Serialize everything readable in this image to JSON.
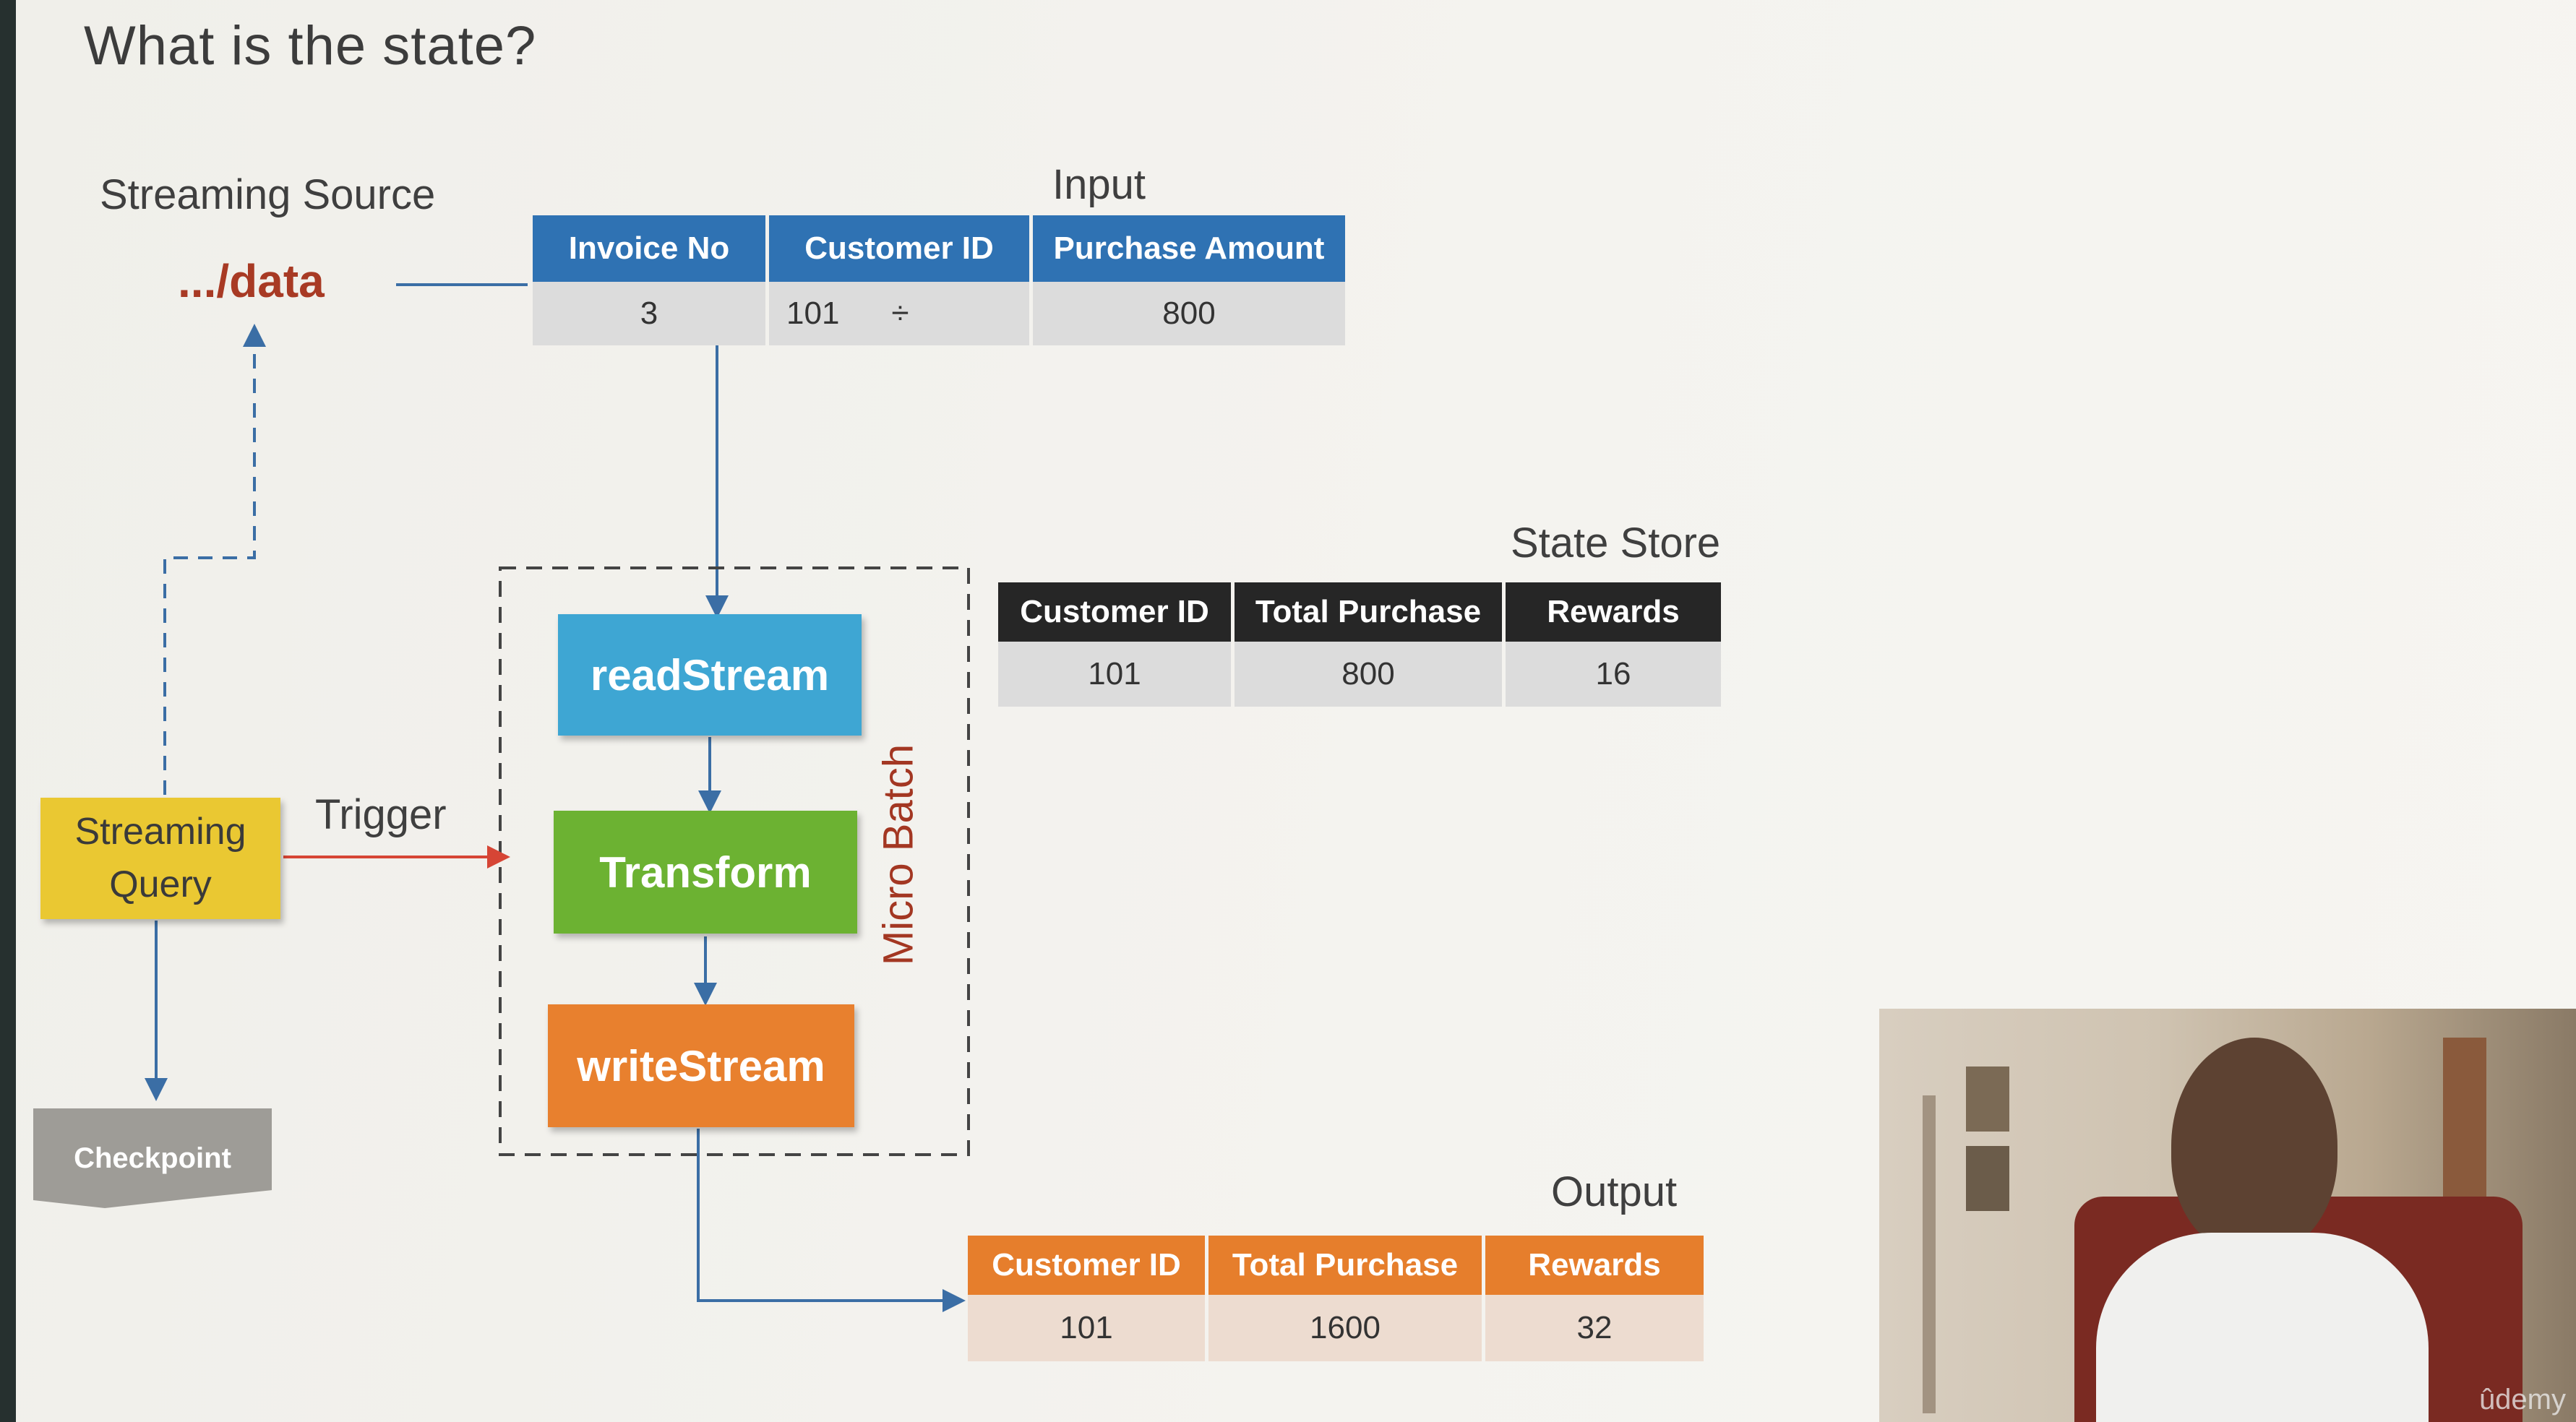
{
  "title": "What is the state?",
  "streaming_source": {
    "label": "Streaming Source",
    "path": ".../data"
  },
  "input": {
    "label": "Input",
    "columns": [
      "Invoice No",
      "Customer ID",
      "Purchase Amount"
    ],
    "row": [
      "3",
      "101",
      "800"
    ],
    "header_color": "#2f72b3"
  },
  "state_store": {
    "label": "State Store",
    "columns": [
      "Customer ID",
      "Total Purchase",
      "Rewards"
    ],
    "row": [
      "101",
      "800",
      "16"
    ],
    "header_color": "#262626"
  },
  "output": {
    "label": "Output",
    "columns": [
      "Customer ID",
      "Total Purchase",
      "Rewards"
    ],
    "row": [
      "101",
      "1600",
      "32"
    ],
    "header_color": "#e67e2c"
  },
  "micro_batch": {
    "label": "Micro Batch",
    "steps": [
      {
        "label": "readStream",
        "color": "#3ea6d3"
      },
      {
        "label": "Transform",
        "color": "#6cb232"
      },
      {
        "label": "writeStream",
        "color": "#e8802e"
      }
    ]
  },
  "streaming_query": {
    "line1": "Streaming",
    "line2": "Query",
    "color": "#eac832"
  },
  "trigger": {
    "label": "Trigger",
    "color": "#d64535"
  },
  "checkpoint": {
    "label": "Checkpoint",
    "color": "#9e9c97"
  },
  "video": {
    "watermark": "ûdemy"
  }
}
